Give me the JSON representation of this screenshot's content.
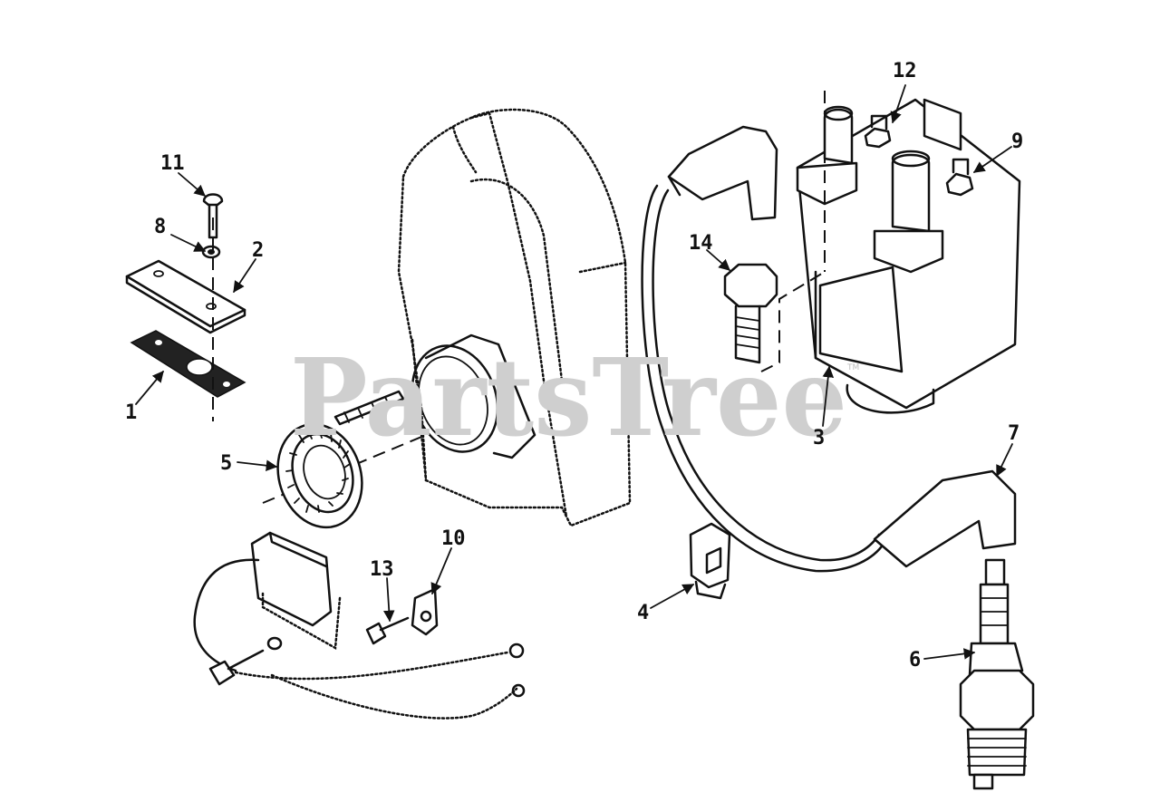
{
  "watermark": {
    "text": "PartsTree",
    "trademark": "TM"
  },
  "callouts": [
    {
      "id": "p1",
      "label": "1"
    },
    {
      "id": "p2",
      "label": "2"
    },
    {
      "id": "p3",
      "label": "3"
    },
    {
      "id": "p4",
      "label": "4"
    },
    {
      "id": "p5",
      "label": "5"
    },
    {
      "id": "p6",
      "label": "6"
    },
    {
      "id": "p7",
      "label": "7"
    },
    {
      "id": "p8",
      "label": "8"
    },
    {
      "id": "p9",
      "label": "9"
    },
    {
      "id": "p10",
      "label": "10"
    },
    {
      "id": "p11",
      "label": "11"
    },
    {
      "id": "p12",
      "label": "12"
    },
    {
      "id": "p13",
      "label": "13"
    },
    {
      "id": "p14",
      "label": "14"
    }
  ]
}
